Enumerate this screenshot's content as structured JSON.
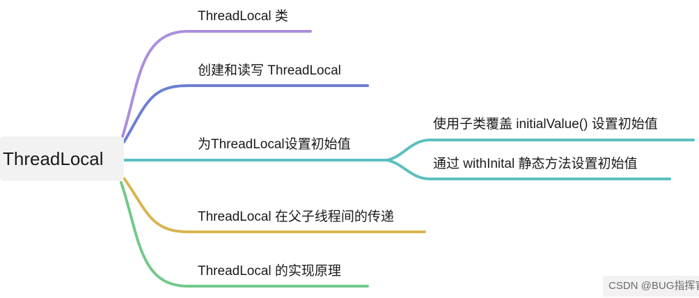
{
  "root": {
    "label": "ThreadLocal"
  },
  "branches": [
    {
      "label": "ThreadLocal 类",
      "color": "#a98fdd"
    },
    {
      "label": "创建和读写 ThreadLocal",
      "color": "#6c7fd4"
    },
    {
      "label": "为ThreadLocal设置初始值",
      "color": "#5cbfbf"
    },
    {
      "label": "ThreadLocal 在父子线程间的传递",
      "color": "#d9b550"
    },
    {
      "label": "ThreadLocal 的实现原理",
      "color": "#72c98a"
    }
  ],
  "sub_branches": [
    {
      "label": "使用子类覆盖 initialValue() 设置初始值",
      "color": "#5cbfbf"
    },
    {
      "label": "通过 withInital 静态方法设置初始值",
      "color": "#5cbfbf"
    }
  ],
  "watermark": "CSDN @BUG指挥官"
}
